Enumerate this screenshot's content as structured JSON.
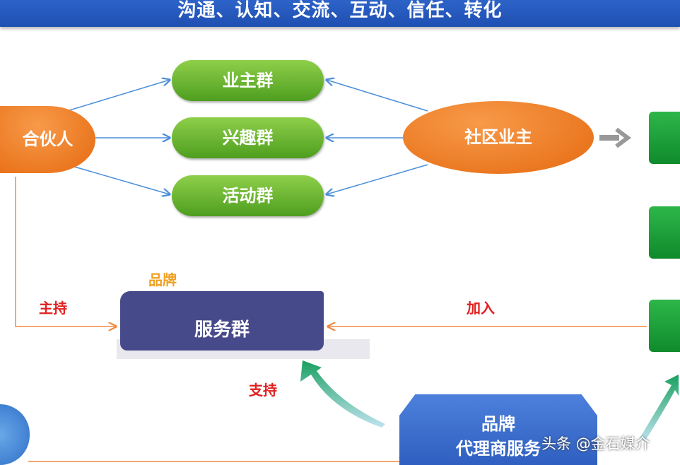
{
  "banner": {
    "title": "沟通、认知、交流、互动、信任、转化"
  },
  "groups": [
    "业主群",
    "兴趣群",
    "活动群"
  ],
  "partner": {
    "label": "合伙人"
  },
  "owners": {
    "label": "社区业主"
  },
  "service": {
    "tab": "品牌",
    "label": "服务群"
  },
  "edges": {
    "host": "主持",
    "join": "加入",
    "support": "支持"
  },
  "agent": {
    "line1": "品牌",
    "line2": "代理商服务"
  },
  "watermark": "头条 @金石媒介",
  "colors": {
    "banner": "#2458bd",
    "green": "#5aab28",
    "orange": "#ee7a22",
    "navy": "#474a8a",
    "blue": "#3d6fd0"
  }
}
